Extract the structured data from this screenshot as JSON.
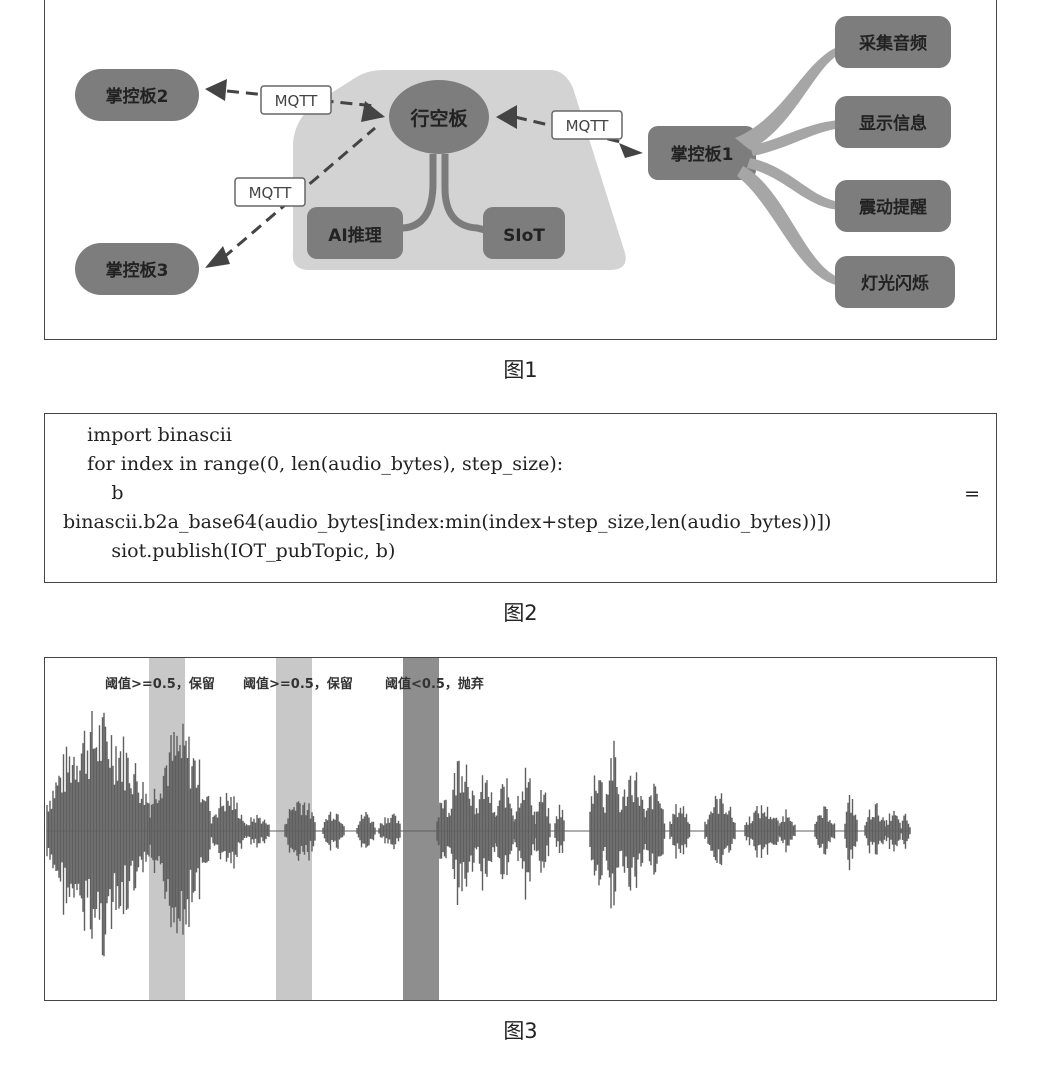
{
  "figure1": {
    "caption": "图1",
    "hub": "行空板",
    "ai_node": "AI推理",
    "siot_node": "SIoT",
    "board1": "掌控板1",
    "board2": "掌控板2",
    "board3": "掌控板3",
    "mqtt_1": "MQTT",
    "mqtt_2": "MQTT",
    "mqtt_3": "MQTT",
    "functions": [
      "采集音频",
      "显示信息",
      "震动提醒",
      "灯光闪烁"
    ]
  },
  "figure2": {
    "caption": "图2",
    "lines": [
      "    import binascii",
      "    for index in range(0, len(audio_bytes), step_size):",
      "        b",
      "binascii.b2a_base64(audio_bytes[index:min(index+step_size,len(audio_bytes))])",
      "        siot.publish(IOT_pubTopic, b)"
    ],
    "eq_sign": "="
  },
  "figure3": {
    "caption": "图3",
    "label_1": "阈值>=0.5，保留",
    "label_2": "阈值>=0.5，保留",
    "label_3": "阈值<0.5，抛弃",
    "colors": {
      "keep_band": "#c8c8c8",
      "discard_band": "#8e8e8e",
      "wave": "#5f5f5f"
    }
  }
}
